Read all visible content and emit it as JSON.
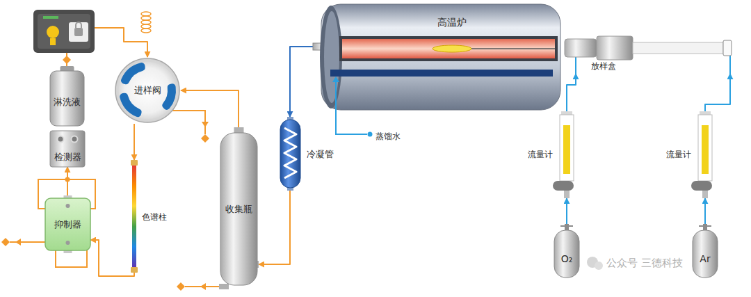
{
  "diagram": {
    "nodes": [
      {
        "text": [
          "淋洗液"
        ]
      },
      {
        "text": [
          "检测器"
        ]
      },
      {
        "text": [
          "抑制器"
        ]
      },
      {
        "text": [
          "进样阀"
        ]
      },
      {
        "text": [
          "色谱柱"
        ]
      },
      {
        "text": [
          "收集瓶"
        ]
      },
      {
        "text": [
          "冷凝管"
        ]
      },
      {
        "text": [
          "高温炉"
        ]
      },
      {
        "text": [
          "放样盒"
        ]
      },
      {
        "text": [
          "流量计"
        ]
      },
      {
        "text": [
          "流量计"
        ]
      },
      {
        "text": [
          "O₂"
        ]
      },
      {
        "text": [
          "Ar"
        ]
      }
    ],
    "edges": [
      {
        "from": 0,
        "to": 3,
        "arrow": "to"
      },
      {
        "from": 3,
        "to": 4,
        "arrow": "to"
      },
      {
        "from": 4,
        "to": 2,
        "arrow": "to"
      },
      {
        "from": 2,
        "to": 1,
        "arrow": "to"
      },
      {
        "from": 5,
        "to": 3,
        "arrow": "to"
      },
      {
        "from": 6,
        "to": 5,
        "arrow": "to"
      },
      {
        "from": 7,
        "to": 6,
        "arrow": "to"
      },
      {
        "from": 11,
        "to": 9,
        "arrow": "to"
      },
      {
        "from": 12,
        "to": 10,
        "arrow": "to"
      },
      {
        "from": 9,
        "to": 8,
        "arrow": "to"
      },
      {
        "from": 10,
        "to": 8,
        "arrow": "to"
      }
    ],
    "labels": [
      "蒸馏水",
      "公众号",
      "三德科技"
    ]
  }
}
